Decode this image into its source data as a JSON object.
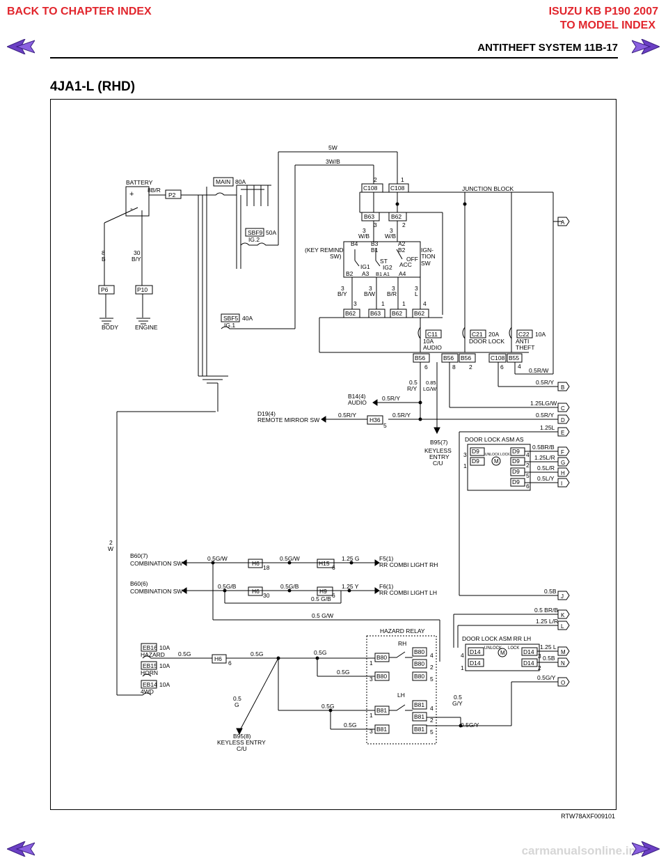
{
  "nav": {
    "back_chapter": "BACK TO CHAPTER INDEX",
    "model_line1": "ISUZU KB P190 2007",
    "model_line2": "TO MODEL INDEX"
  },
  "header": {
    "title": "ANTITHEFT SYSTEM 11B-17"
  },
  "section_title": "4JA1-L (RHD)",
  "figure_code": "RTW78AXF009101",
  "footer_brand": "carmanualsonline.info",
  "colors": {
    "accent": "#e1262d",
    "arrow_fill": "#6b3fc4",
    "line": "#000000",
    "box_fill": "#e8e8e8"
  },
  "icons": [
    "prev-page-arrow-icon",
    "next-page-arrow-icon"
  ],
  "diagram": {
    "battery": {
      "label": "BATTERY",
      "wire": "8B/R",
      "plus": "+",
      "minus": "-"
    },
    "p2": "P2",
    "main_fuse": {
      "name": "MAIN",
      "rating": "80A"
    },
    "sbf9": {
      "name": "SBF9",
      "rating": "50A",
      "circuit": "IG.2"
    },
    "sbf5": {
      "name": "SBF5",
      "rating": "40A",
      "circuit": "IG.1"
    },
    "ground_left": {
      "wire_size": "8",
      "wire_color": "B",
      "connector": "P6",
      "label": "BODY"
    },
    "ground_right": {
      "wire_size": "30",
      "wire_color": "B/Y",
      "connector": "P10",
      "label": "ENGINE"
    },
    "top_wires": {
      "w1": "5W",
      "w2": "3W/B"
    },
    "junction_block": "JUNCTION BLOCK",
    "c108a": {
      "name": "C108",
      "pin": "2"
    },
    "c108b": {
      "name": "C108",
      "pin": "1"
    },
    "b63": {
      "name": "B63",
      "pin": "3"
    },
    "b62": {
      "name": "B62",
      "pin": "2"
    },
    "ign_switch": {
      "wire_left_size": "3",
      "wire_left_color": "W/B",
      "wire_right_size": "3",
      "wire_right_color": "W/B",
      "key_remind": "(KEY REMIND",
      "key_remind2": "SW)",
      "ign_label": "IGN-",
      "ign_label2": "ITION",
      "ign_label3": "SW",
      "b4": "B4",
      "b3": "B3",
      "b1": "B1",
      "a2": "A2",
      "b2t": "B2",
      "st": "ST",
      "ig1": "IG1",
      "ig2": "IG2",
      "off": "OFF",
      "acc": "ACC",
      "b2": "B2",
      "a3": "A3",
      "b1a1": "B1 A1",
      "a4": "A4"
    },
    "switch_outputs": [
      {
        "size": "3",
        "color": "B/Y",
        "pin": "3",
        "conn": "B62"
      },
      {
        "size": "3",
        "color": "B/W",
        "pin": "1",
        "conn": "B63"
      },
      {
        "size": "3",
        "color": "B/R",
        "pin": "1",
        "conn": "B62"
      },
      {
        "size": "3",
        "color": "L",
        "pin": "4",
        "conn": "B62"
      }
    ],
    "c11": {
      "name": "C11",
      "rating": "10A",
      "label": "AUDIO"
    },
    "c21": {
      "name": "C21",
      "rating": "20A",
      "label": "DOOR LOCK"
    },
    "c22": {
      "name": "C22",
      "rating": "10A",
      "label": "ANTI",
      "label2": "THEFT"
    },
    "lower_conns": [
      {
        "name": "B56",
        "pin": "6"
      },
      {
        "name": "B56",
        "pin": "8"
      },
      {
        "name": "B56",
        "pin": "2"
      },
      {
        "name": "C108",
        "pin": "6"
      },
      {
        "name": "B55",
        "pin": "4"
      }
    ],
    "right_wires": [
      {
        "wire": "0.5R/W",
        "tag": "A"
      },
      {
        "wire": "0.5R/Y",
        "tag": "B"
      },
      {
        "wire": "1.25LG/W",
        "tag": "C"
      },
      {
        "wire": "0.5R/Y",
        "tag": "D"
      },
      {
        "wire": "1.25L",
        "tag": "E"
      }
    ],
    "mid_wires": {
      "w1a": "0.5",
      "w1b": "R/Y",
      "w2a": "0.85",
      "w2b": "LG/W"
    },
    "b14": {
      "name": "B14(4)",
      "label": "AUDIO",
      "wire": "0.5R/Y"
    },
    "d19": {
      "name": "D19(4)",
      "label": "REMOTE MIRROR SW",
      "wire": "0.5R/Y",
      "conn": "H36",
      "pin": "5",
      "wire2": "0.5R/Y"
    },
    "b95_top": {
      "name": "B95(7)",
      "l1": "KEYLESS",
      "l2": "ENTRY",
      "l3": "C/U"
    },
    "door_lock_as": {
      "title": "DOOR LOCK ASM AS",
      "unlock": "UNLOCK",
      "lock": "LOCK",
      "m": "M",
      "pins_left": [
        "3",
        "1"
      ],
      "conns_left": [
        "D9",
        "D9"
      ],
      "conns_right": [
        "D9",
        "D9",
        "D9",
        "D9"
      ],
      "pins_right": [
        "4",
        "2",
        "5",
        "6"
      ],
      "wires": [
        {
          "wire": "0.5BR/B",
          "tag": "F"
        },
        {
          "wire": "1.25L/R",
          "tag": "G"
        },
        {
          "wire": "0.5L/R",
          "tag": "H"
        },
        {
          "wire": "0.5L/Y",
          "tag": "I"
        }
      ]
    },
    "left_wire": {
      "size": "2",
      "color": "W"
    },
    "b60_7": {
      "name": "B60(7)",
      "label": "COMBINATION SW",
      "w1": "0.5G/W",
      "h6": "H6",
      "p18": "18",
      "w2": "0.5G/W",
      "h15": "H15",
      "p6": "6",
      "w3": "1.25 G",
      "f5": "F5(1)",
      "f5l": "RR COMBI LIGHT RH"
    },
    "b60_6": {
      "name": "B60(6)",
      "label": "COMBINATION SW",
      "w1": "0.5G/B",
      "h6": "H6",
      "p30": "30",
      "w2": "0.5G/B",
      "h9": "H9",
      "p6": "6",
      "w3": "1.25 Y",
      "w4": "0.5 G/B",
      "f6": "F6(1)",
      "f6l": "RR COMBI LIGHT LH"
    },
    "j_wire": {
      "wire": "0.5B",
      "tag": "J"
    },
    "gw_wire": "0.5 G/W",
    "k_wire": {
      "wire": "0.5 BR/B",
      "tag": "K"
    },
    "l_wire": {
      "wire": "1.25 L/R",
      "tag": "L"
    },
    "hazard_relay": {
      "title": "HAZARD RELAY",
      "rh": "RH",
      "lh": "LH",
      "rh_conns": [
        "B80",
        "B80",
        "B80",
        "B80"
      ],
      "rh_pins": [
        "1",
        "3",
        "4",
        "2",
        "5"
      ],
      "lh_conns": [
        "B81",
        "B81",
        "B81",
        "B81"
      ],
      "lh_pins": [
        "1",
        "3",
        "4",
        "2",
        "5"
      ]
    },
    "fuses_left": [
      {
        "name": "EB16",
        "rating": "10A",
        "label": "HAZARD"
      },
      {
        "name": "EB15",
        "rating": "10A",
        "label": "HORN"
      },
      {
        "name": "EB14",
        "rating": "10A",
        "label": "4WD"
      }
    ],
    "hazard_wires": {
      "w1": "0.5G",
      "h6": "H6",
      "p6": "6",
      "w2": "0.5G",
      "w3": "0.5G",
      "w4": "0.5G",
      "w5": "0.5G",
      "w6": "0.5G",
      "gy": "0.5G/Y",
      "gy_a": "0.5",
      "gy_b": "G/Y",
      "g_a": "0.5",
      "g_b": "G"
    },
    "b95_bottom": {
      "name": "B95(8)",
      "label": "KEYLESS ENTRY",
      "label2": "C/U"
    },
    "door_lock_rr": {
      "title": "DOOR LOCK ASM RR LH",
      "unlock": "UNLOCK",
      "lock": "LOCK",
      "m": "M",
      "pins_left": [
        "4",
        "1"
      ],
      "conns_left": [
        "D14",
        "D14"
      ],
      "conns_right": [
        "D14",
        "D14"
      ],
      "pins_right": [
        "3",
        "2"
      ],
      "wires": [
        {
          "wire": "1.25 L",
          "tag": "M"
        },
        {
          "wire": "0.5B",
          "tag": "N"
        },
        {
          "wire": "0.5G/Y",
          "tag": "O"
        }
      ]
    }
  }
}
